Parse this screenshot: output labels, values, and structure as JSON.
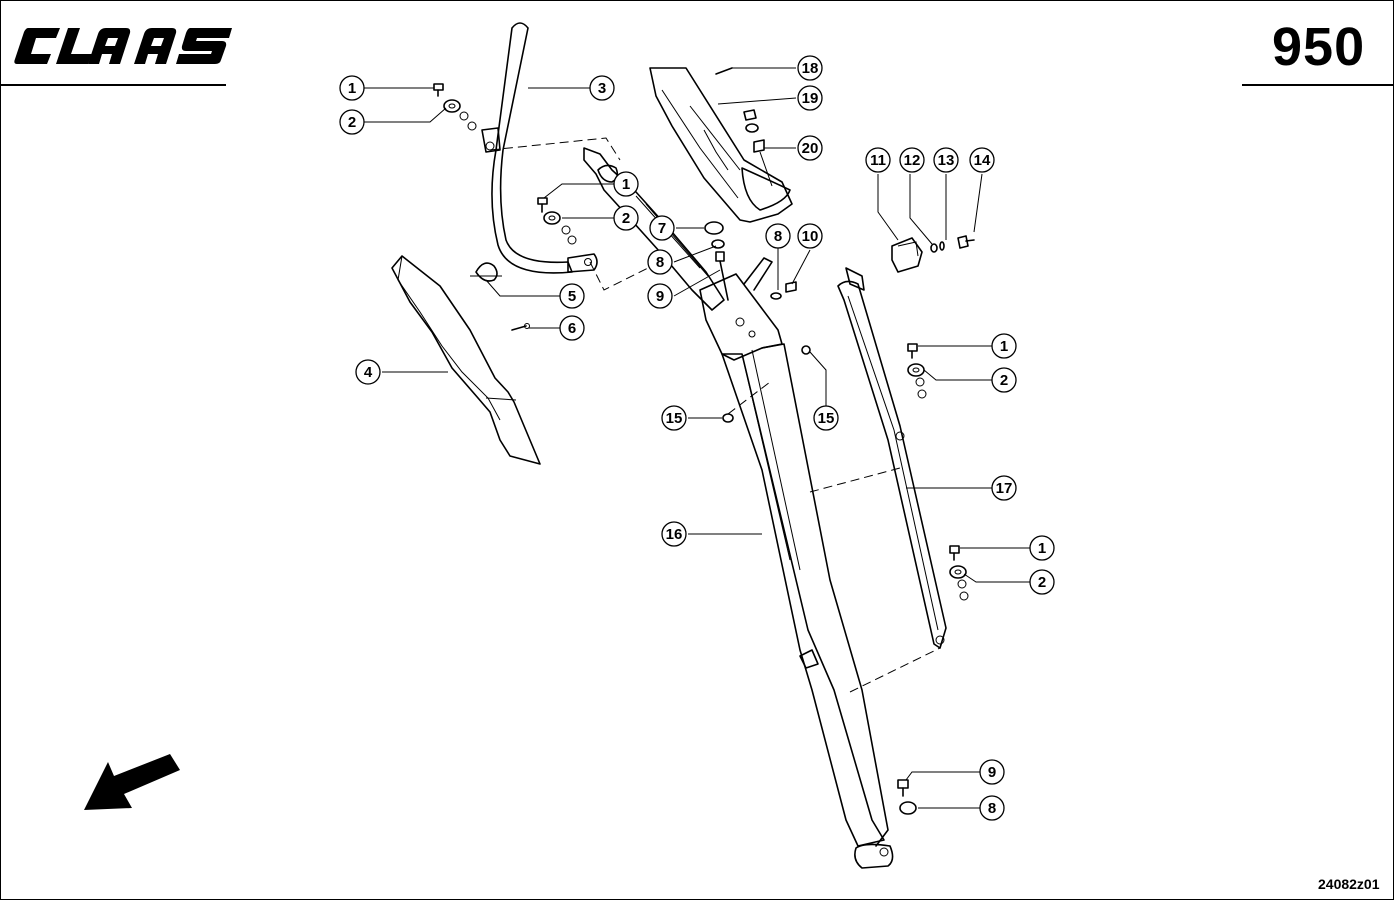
{
  "header": {
    "logo_text": "CLAAS",
    "page_number": "950"
  },
  "footer": {
    "drawing_code": "24082z01"
  },
  "icons": {
    "direction_arrow": "arrow-down-left-icon"
  },
  "callouts": [
    {
      "id": "c1",
      "label": "1"
    },
    {
      "id": "c2",
      "label": "2"
    },
    {
      "id": "c3",
      "label": "3"
    },
    {
      "id": "c4",
      "label": "1"
    },
    {
      "id": "c5",
      "label": "2"
    },
    {
      "id": "c6",
      "label": "5"
    },
    {
      "id": "c7",
      "label": "6"
    },
    {
      "id": "c8",
      "label": "4"
    },
    {
      "id": "c9",
      "label": "7"
    },
    {
      "id": "c10",
      "label": "8"
    },
    {
      "id": "c11",
      "label": "9"
    },
    {
      "id": "c12",
      "label": "8"
    },
    {
      "id": "c13",
      "label": "10"
    },
    {
      "id": "c14",
      "label": "18"
    },
    {
      "id": "c15",
      "label": "19"
    },
    {
      "id": "c16",
      "label": "20"
    },
    {
      "id": "c17",
      "label": "11"
    },
    {
      "id": "c18",
      "label": "12"
    },
    {
      "id": "c19",
      "label": "13"
    },
    {
      "id": "c20",
      "label": "14"
    },
    {
      "id": "c21",
      "label": "1"
    },
    {
      "id": "c22",
      "label": "2"
    },
    {
      "id": "c23",
      "label": "15"
    },
    {
      "id": "c24",
      "label": "15"
    },
    {
      "id": "c25",
      "label": "17"
    },
    {
      "id": "c26",
      "label": "16"
    },
    {
      "id": "c27",
      "label": "1"
    },
    {
      "id": "c28",
      "label": "2"
    },
    {
      "id": "c29",
      "label": "9"
    },
    {
      "id": "c30",
      "label": "8"
    }
  ]
}
